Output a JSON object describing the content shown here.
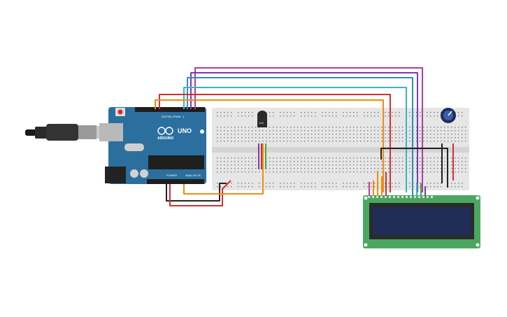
{
  "arduino": {
    "model_label": "UNO",
    "brand_label": "ARDUINO",
    "digital_header_label": "DIGITAL (PWM ~)",
    "power_header_label": "POWER",
    "analog_header_label": "ANALOG IN",
    "board_color": "#2a6f9e"
  },
  "sensor": {
    "label": "5ml"
  },
  "colors": {
    "breadboard": "#e6e6e6",
    "lcd_board": "#4aa760",
    "lcd_screen": "#1f2d57",
    "wire_red": "#d32f2f",
    "wire_orange": "#f08c10",
    "wire_cyan": "#38b4c8",
    "wire_blue": "#2e8fbe",
    "wire_purple": "#7b3bb0",
    "wire_magenta": "#b83aa0",
    "wire_green": "#3fae3f",
    "wire_black": "#222222"
  }
}
